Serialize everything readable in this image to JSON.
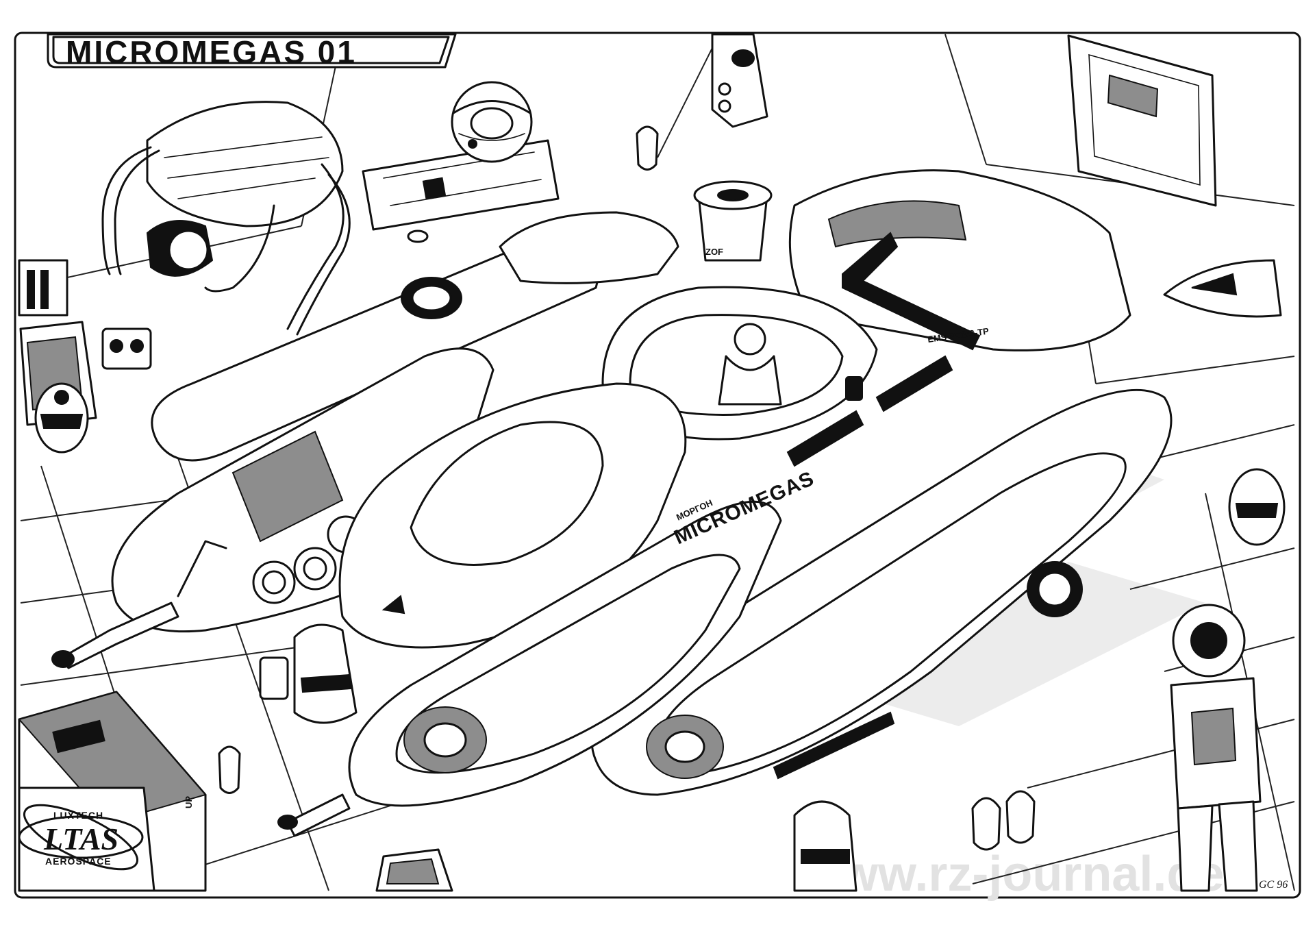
{
  "title": "MICROMEGAS 01",
  "hull_label": "MICROMEGAS",
  "hull_small_label": "МОРГОН",
  "engine_label": "EMS-PCBC-TP",
  "pod_label": "ZOF",
  "floor_marking": "UP",
  "logo": {
    "top": "LUXTECH",
    "middle": "LTAS",
    "bottom": "AEROSPACE"
  },
  "signature": "GC 96",
  "watermark": "www.rz-journal.de",
  "colors": {
    "ink": "#111111",
    "paper": "#ffffff",
    "watermark": "#e2e2e2"
  }
}
